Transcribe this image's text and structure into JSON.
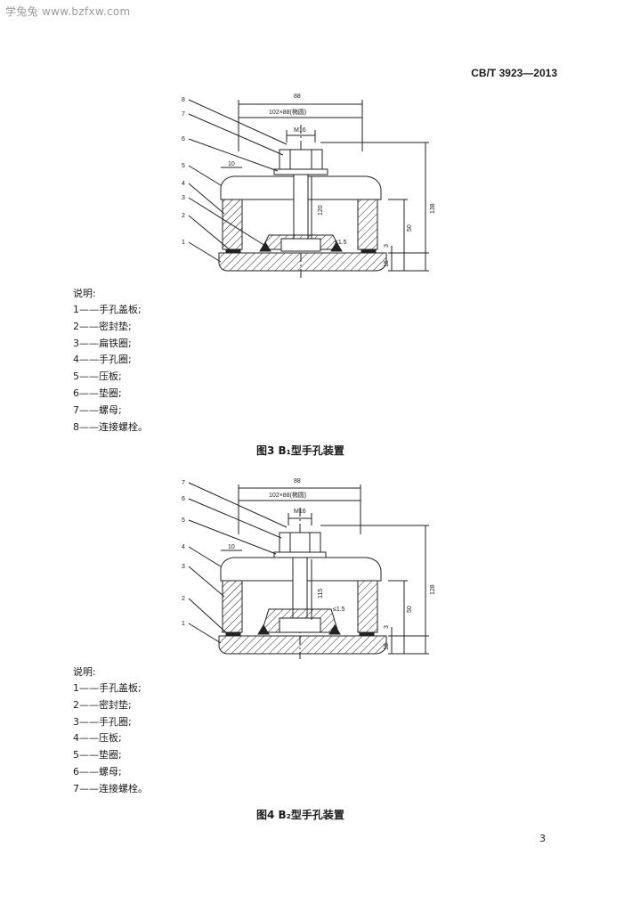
{
  "watermark": "学兔兔 www.bzfxw.com",
  "header": {
    "standard_no": "CB/T 3923—2013"
  },
  "page_number": "3",
  "figure3": {
    "dims": {
      "width_total": "88",
      "opening": "102×88(椭圆)",
      "bolt": "M16",
      "offset": "10",
      "height_total": "138",
      "bolt_len": "120",
      "ring_h": "50",
      "plate_t": "15",
      "gap": "3",
      "weld": "≤1.5"
    },
    "part_numbers": [
      "8",
      "7",
      "6",
      "5",
      "4",
      "3",
      "2",
      "1"
    ],
    "legend_title": "说明:",
    "legend": [
      "1——手孔盖板;",
      "2——密封垫;",
      "3——扁铁圈;",
      "4——手孔圈;",
      "5——压板;",
      "6——垫圈;",
      "7——螺母;",
      "8——连接螺栓。"
    ],
    "caption": "图3  B₁型手孔装置"
  },
  "figure4": {
    "dims": {
      "width_total": "88",
      "opening": "102×88(椭圆)",
      "bolt": "M16",
      "offset": "10",
      "height_total": "128",
      "bolt_len": "115",
      "ring_h": "50",
      "plate_t": "15",
      "gap": "3",
      "weld": "≤1.5"
    },
    "part_numbers": [
      "7",
      "6",
      "5",
      "4",
      "3",
      "2",
      "1"
    ],
    "legend_title": "说明:",
    "legend": [
      "1——手孔盖板;",
      "2——密封垫;",
      "3——手孔圈;",
      "4——压板;",
      "5——垫圈;",
      "6——螺母;",
      "7——连接螺栓。"
    ],
    "caption": "图4  B₂型手孔装置"
  }
}
